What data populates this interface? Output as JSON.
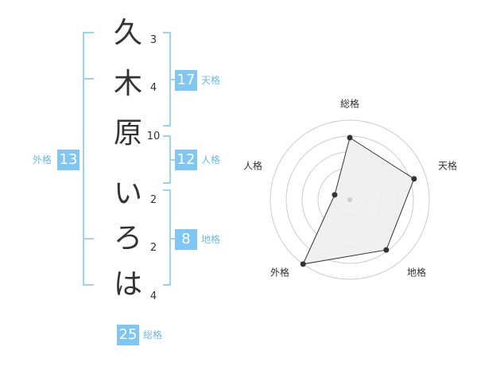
{
  "name_chars": [
    {
      "char": "久",
      "strokes": "3"
    },
    {
      "char": "木",
      "strokes": "4"
    },
    {
      "char": "原",
      "strokes": "10"
    },
    {
      "char": "い",
      "strokes": "2"
    },
    {
      "char": "ろ",
      "strokes": "2"
    },
    {
      "char": "は",
      "strokes": "4"
    }
  ],
  "fortune": {
    "tenkaku": {
      "label": "天格",
      "value": "17"
    },
    "jinkaku": {
      "label": "人格",
      "value": "12"
    },
    "chikaku": {
      "label": "地格",
      "value": "8"
    },
    "gaikaku": {
      "label": "外格",
      "value": "13"
    },
    "soukaku": {
      "label": "総格",
      "value": "25"
    }
  },
  "colors": {
    "accent": "#7fc6f2",
    "bracket": "#9fd2f2",
    "text": "#333333",
    "polygon_fill": "#eeeeee",
    "grid": "#cccccc"
  },
  "radar": {
    "axes": [
      "総格",
      "天格",
      "地格",
      "外格",
      "人格"
    ],
    "values": [
      0.78,
      0.85,
      0.78,
      1.0,
      0.2
    ],
    "rings": 5
  }
}
